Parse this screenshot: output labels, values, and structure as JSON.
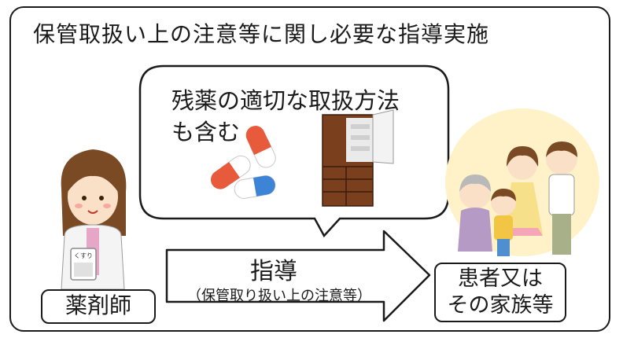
{
  "heading": "保管取扱い上の注意等に関し必要な指導実施",
  "bubble": {
    "line1": "残薬の適切な取扱方法",
    "line2": "も含む"
  },
  "arrow": {
    "label": "指導",
    "sub": "（保管取り扱い上の注意等）"
  },
  "pharmacist": {
    "label": "薬剤師",
    "sign": "くすり"
  },
  "patient": {
    "line1": "患者又は",
    "line2": "その家族等"
  },
  "colors": {
    "frame": "#1a1a1a",
    "pill_red": "#e85a3c",
    "pill_blue": "#3d84d6",
    "cabinet": "#7a3f1c",
    "family_glow": "#fff2c8"
  }
}
